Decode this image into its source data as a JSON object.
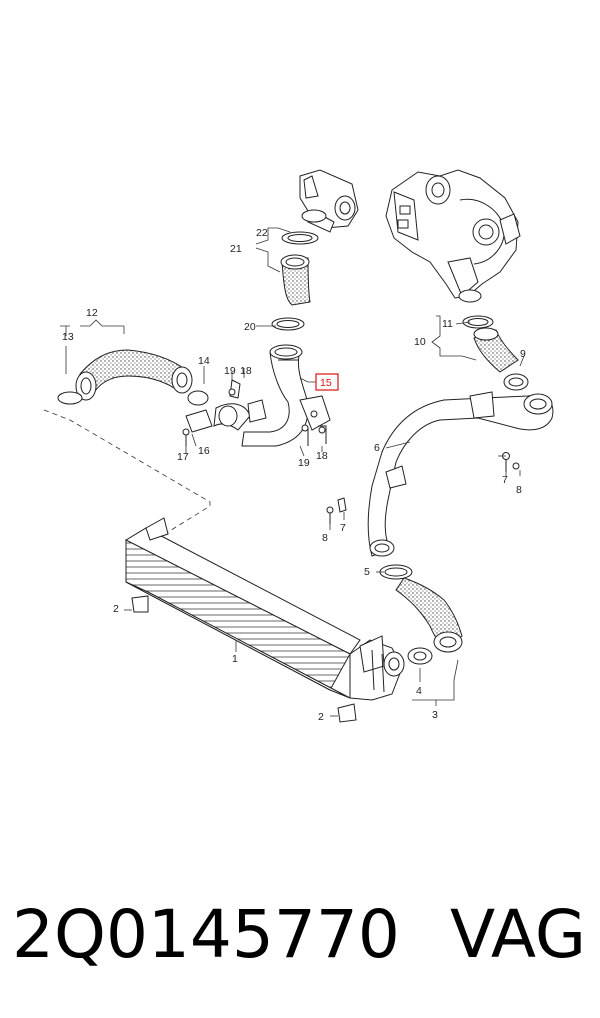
{
  "callouts": {
    "c1": "1",
    "c2a": "2",
    "c2b": "2",
    "c3": "3",
    "c4": "4",
    "c5": "5",
    "c6": "6",
    "c7a": "7",
    "c7b": "7",
    "c8a": "8",
    "c8b": "8",
    "c9": "9",
    "c10": "10",
    "c11": "11",
    "c12": "12",
    "c13": "13",
    "c14": "14",
    "c15": "15",
    "c16": "16",
    "c17": "17",
    "c18a": "18",
    "c18b": "18",
    "c19a": "19",
    "c19b": "19",
    "c20": "20",
    "c21": "21",
    "c22": "22"
  },
  "footer": {
    "part_number": "2Q0145770",
    "brand": "VAG"
  },
  "colors": {
    "line": "#222222",
    "hose_dots": "#555555",
    "highlight": "#dd1111"
  }
}
